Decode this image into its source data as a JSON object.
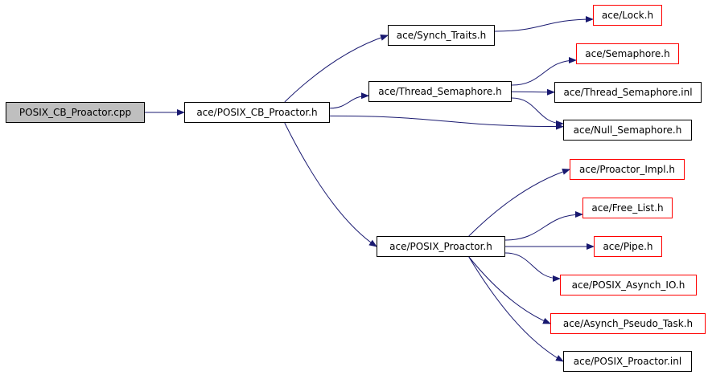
{
  "colors": {
    "edge": "#191970",
    "root_fill": "#bfbfbf",
    "ext_border": "#ff0000",
    "node_border": "#000000"
  },
  "nodes": [
    {
      "id": "root",
      "label": "POSIX_CB_Proactor.cpp",
      "kind": "root"
    },
    {
      "id": "cbh",
      "label": "ace/POSIX_CB_Proactor.h",
      "kind": "normal"
    },
    {
      "id": "synch",
      "label": "ace/Synch_Traits.h",
      "kind": "normal"
    },
    {
      "id": "lock",
      "label": "ace/Lock.h",
      "kind": "ext"
    },
    {
      "id": "tsem",
      "label": "ace/Thread_Semaphore.h",
      "kind": "normal"
    },
    {
      "id": "sem",
      "label": "ace/Semaphore.h",
      "kind": "ext"
    },
    {
      "id": "tseminl",
      "label": "ace/Thread_Semaphore.inl",
      "kind": "normal"
    },
    {
      "id": "nsem",
      "label": "ace/Null_Semaphore.h",
      "kind": "normal"
    },
    {
      "id": "pro",
      "label": "ace/POSIX_Proactor.h",
      "kind": "normal"
    },
    {
      "id": "pimpl",
      "label": "ace/Proactor_Impl.h",
      "kind": "ext"
    },
    {
      "id": "flist",
      "label": "ace/Free_List.h",
      "kind": "ext"
    },
    {
      "id": "pipe",
      "label": "ace/Pipe.h",
      "kind": "ext"
    },
    {
      "id": "aio",
      "label": "ace/POSIX_Asynch_IO.h",
      "kind": "ext"
    },
    {
      "id": "apt",
      "label": "ace/Asynch_Pseudo_Task.h",
      "kind": "ext"
    },
    {
      "id": "proinl",
      "label": "ace/POSIX_Proactor.inl",
      "kind": "normal"
    }
  ],
  "edges": [
    {
      "from": "root",
      "to": "cbh"
    },
    {
      "from": "cbh",
      "to": "synch"
    },
    {
      "from": "cbh",
      "to": "tsem"
    },
    {
      "from": "cbh",
      "to": "nsem"
    },
    {
      "from": "cbh",
      "to": "pro"
    },
    {
      "from": "synch",
      "to": "lock"
    },
    {
      "from": "tsem",
      "to": "sem"
    },
    {
      "from": "tsem",
      "to": "tseminl"
    },
    {
      "from": "tsem",
      "to": "nsem"
    },
    {
      "from": "pro",
      "to": "pimpl"
    },
    {
      "from": "pro",
      "to": "flist"
    },
    {
      "from": "pro",
      "to": "pipe"
    },
    {
      "from": "pro",
      "to": "aio"
    },
    {
      "from": "pro",
      "to": "apt"
    },
    {
      "from": "pro",
      "to": "proinl"
    }
  ]
}
